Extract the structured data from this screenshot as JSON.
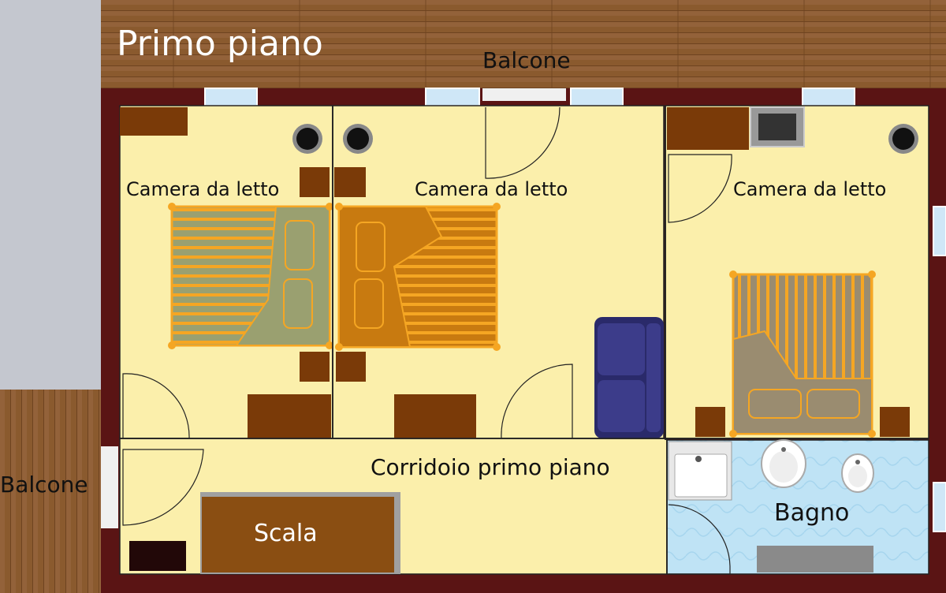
{
  "title": "Primo piano",
  "labels": {
    "balcone_top": "Balcone",
    "balcone_left": "Balcone",
    "bedroom_1": "Camera da letto",
    "bedroom_2": "Camera da letto",
    "bedroom_3": "Camera da letto",
    "corridor": "Corridoio primo piano",
    "stairs": "Scala",
    "bathroom": "Bagno"
  },
  "colors": {
    "floor": "#fbefab",
    "outer_wall": "#5a1414",
    "balcony_wood": "#8a5a2e",
    "bathroom_tile": "#bfe3f5",
    "furniture": "#7a3a08",
    "stairs": "#8a4e12",
    "bed_green": "#9aa070",
    "bed_orange": "#c87a10",
    "bed_grey": "#9a8c70",
    "bed_frame": "#f5a623",
    "sofa": "#323278"
  }
}
